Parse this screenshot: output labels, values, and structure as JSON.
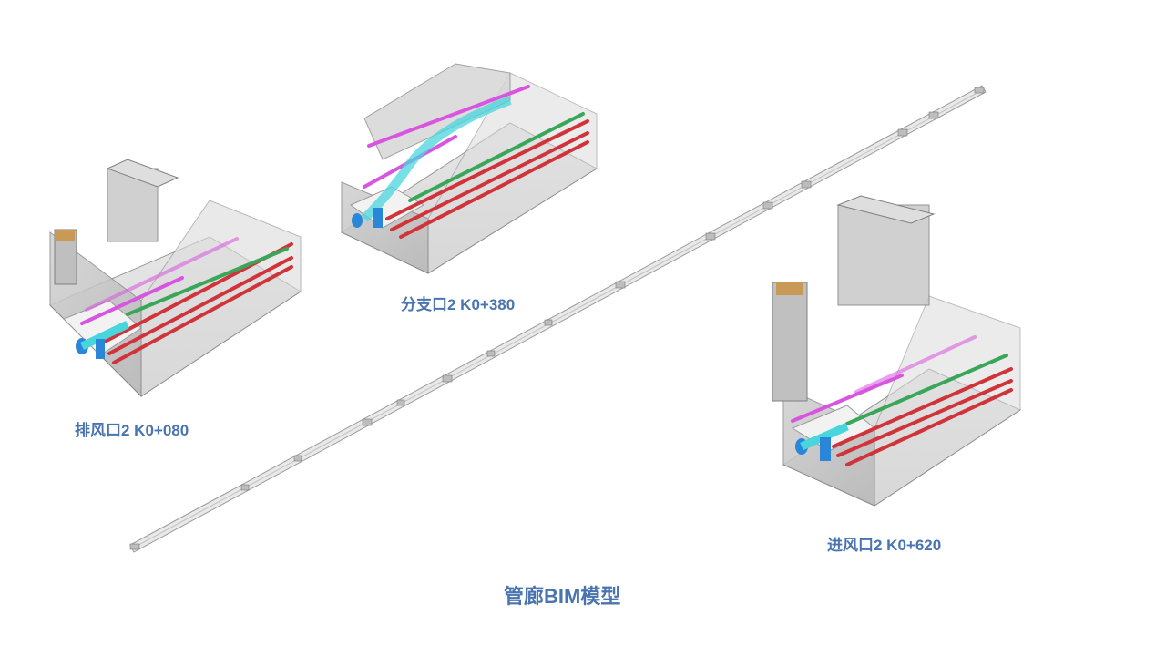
{
  "slide": {
    "title": "管廊BIM模型",
    "labels": {
      "exhaust": "排风口2 K0+080",
      "branch": "分支口2 K0+380",
      "intake": "进风口2 K0+620"
    }
  },
  "colors": {
    "label_text": "#4a74b0",
    "pipe_red": "#d0343a",
    "pipe_green": "#3aa65a",
    "pipe_magenta": "#d855e0",
    "pipe_cyan": "#48d6de",
    "pipe_blue": "#2a86d8",
    "structure_gray": "#9a9a9a"
  }
}
